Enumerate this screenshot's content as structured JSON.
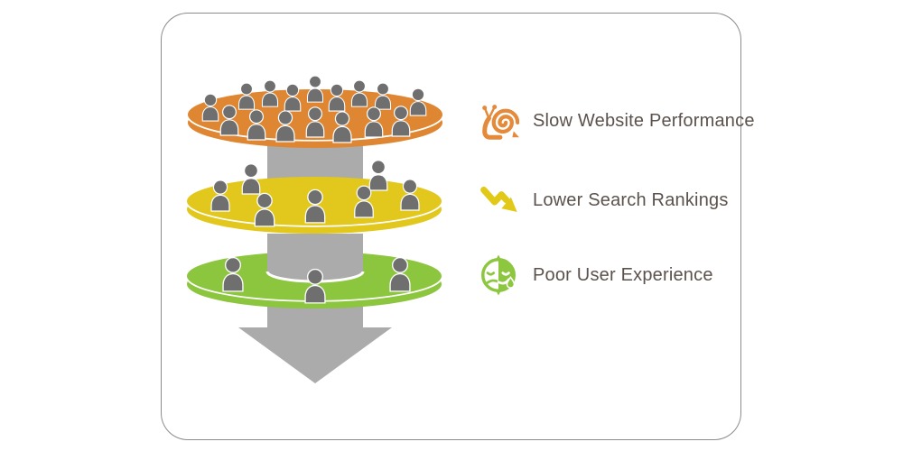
{
  "diagram": {
    "description": "Funnel of website visitors shrinking through three discs into a down arrow",
    "funnel": {
      "person_color": "#6F6F6F",
      "arrow_color": "#ABABAB",
      "levels": [
        {
          "name": "visitors-top",
          "color": "#DF8632",
          "people": [
            [
              348,
              113,
              0.7
            ],
            [
              298,
              118,
              0.7
            ],
            [
              397,
              118,
              0.7
            ],
            [
              272,
              121,
              0.7
            ],
            [
              423,
              121,
              0.7
            ],
            [
              323,
              123,
              0.72
            ],
            [
              372,
              123,
              0.72
            ],
            [
              462,
              128,
              0.72
            ],
            [
              232,
              134,
              0.72
            ],
            [
              253,
              150,
              0.8
            ],
            [
              443,
              151,
              0.8
            ],
            [
              348,
              152,
              0.8
            ],
            [
              413,
              152,
              0.8
            ],
            [
              283,
              155,
              0.8
            ],
            [
              315,
              157,
              0.82
            ],
            [
              378,
              158,
              0.82
            ]
          ]
        },
        {
          "name": "visitors-middle",
          "color": "#E2C81D",
          "people": [
            [
              277,
              215,
              0.8
            ],
            [
              418,
              211,
              0.8
            ],
            [
              243,
              234,
              0.82
            ],
            [
              453,
              233,
              0.82
            ],
            [
              402,
              241,
              0.84
            ],
            [
              348,
              247,
              0.88
            ],
            [
              292,
              251,
              0.88
            ]
          ]
        },
        {
          "name": "visitors-bottom",
          "color": "#8CC63E",
          "people": [
            [
              257,
              323,
              0.9
            ],
            [
              442,
              323,
              0.9
            ],
            [
              348,
              336,
              0.9
            ]
          ]
        }
      ]
    },
    "legend": [
      {
        "icon": "snail-icon",
        "color": "#E48A3A",
        "label": "Slow Website Performance"
      },
      {
        "icon": "declining-arrow-icon",
        "color": "#E2C917",
        "label": "Lower Search Rankings"
      },
      {
        "icon": "sad-face-icon",
        "color": "#8DC63F",
        "label": "Poor User Experience"
      }
    ],
    "text_color": "#5B524D"
  }
}
